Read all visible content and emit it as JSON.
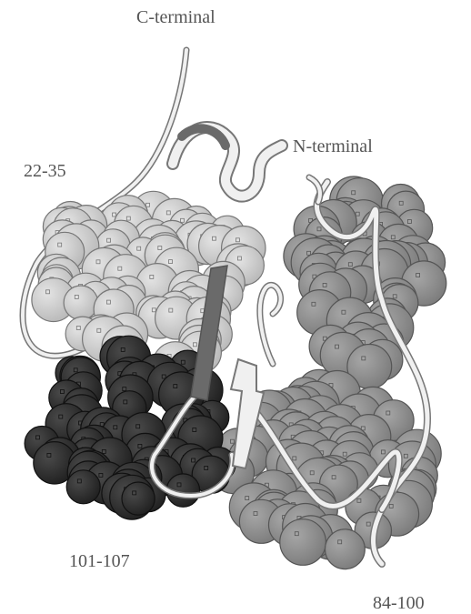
{
  "figure": {
    "labels": {
      "c_terminal": "C-terminal",
      "n_terminal": "N-terminal",
      "region_22_35": "22-35",
      "region_101_107": "101-107",
      "region_84_100": "84-100"
    },
    "regions": [
      {
        "name": "22-35",
        "color": "#c9c9c9"
      },
      {
        "name": "101-107",
        "color": "#2f2f2f"
      },
      {
        "name": "84-100",
        "color": "#8f8f8f"
      }
    ],
    "colors": {
      "ribbon_fill": "#f0f0f0",
      "ribbon_stroke": "#777777",
      "helix_dark": "#6a6a6a",
      "label_text": "#555555"
    }
  }
}
